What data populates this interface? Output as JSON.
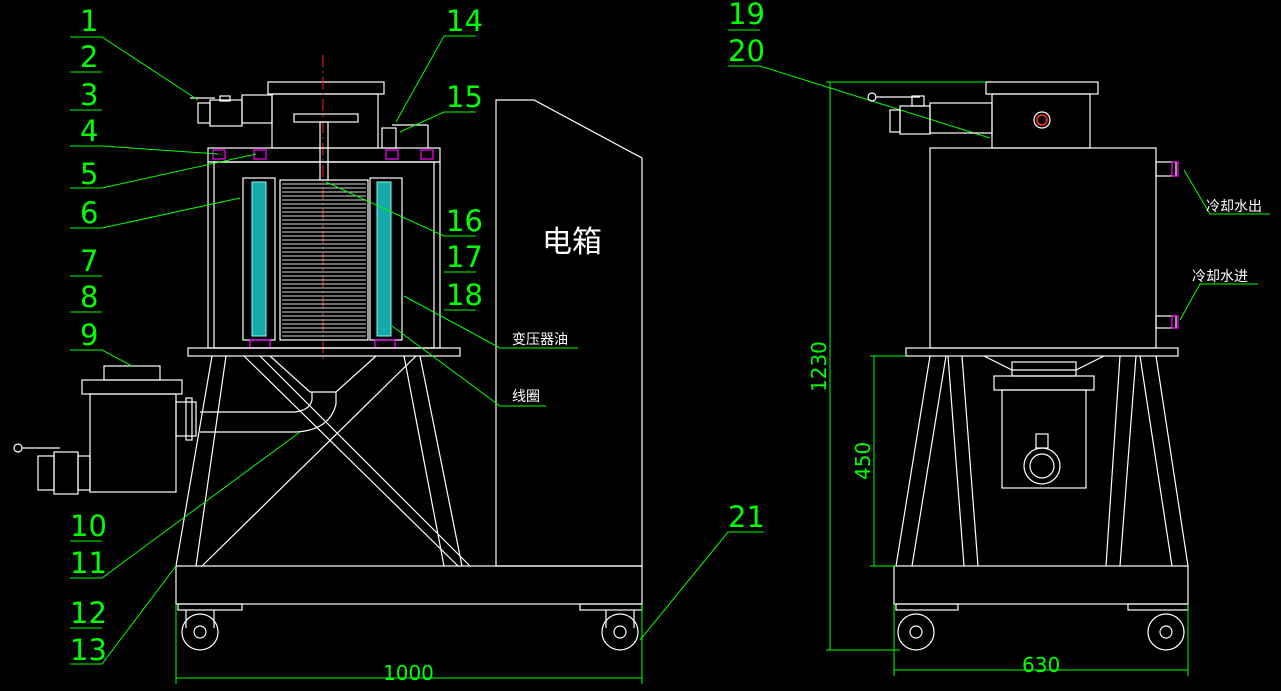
{
  "part_numbers": [
    "1",
    "2",
    "3",
    "4",
    "5",
    "6",
    "7",
    "8",
    "9",
    "10",
    "11",
    "12",
    "13",
    "14",
    "15",
    "16",
    "17",
    "18",
    "19",
    "20",
    "21"
  ],
  "labels": {
    "electric_box": "电箱",
    "transformer_oil": "变压器油",
    "coil": "线圈",
    "cooling_water_out": "冷却水出",
    "cooling_water_in": "冷却水进"
  },
  "dimensions": {
    "front_width": "1000",
    "side_width": "630",
    "total_height": "1230",
    "stand_height": "450"
  },
  "colors": {
    "background": "#000000",
    "lines": "#ffffff",
    "annotation": "#00ff00",
    "coolant": "#17a9a9",
    "bolts": "#ff00ff",
    "centerline": "#ff2020"
  }
}
